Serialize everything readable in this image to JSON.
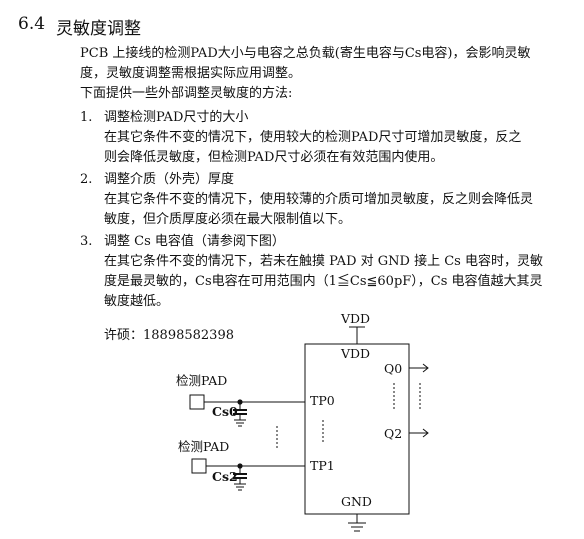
{
  "section": {
    "number": "6.4",
    "title": "灵敏度调整"
  },
  "intro": {
    "line1": "PCB 上接线的检测PAD大小与电容之总负载(寄生电容与Cs电容)，会影响灵敏",
    "line2": "度，灵敏度调整需根据实际应用调整。",
    "line3": "下面提供一些外部调整灵敏度的方法:"
  },
  "items": [
    {
      "num": "1.",
      "title": "调整检测PAD尺寸的大小",
      "lines": [
        "在其它条件不变的情况下，使用较大的检测PAD尺寸可增加灵敏度，反之",
        "则会降低灵敏度，但检测PAD尺寸必须在有效范围内使用。"
      ]
    },
    {
      "num": "2.",
      "title": "调整介质（外壳）厚度",
      "lines": [
        "在其它条件不变的情况下，使用较薄的介质可增加灵敏度，反之则会降低灵",
        "敏度，但介质厚度必须在最大限制值以下。"
      ]
    },
    {
      "num": "3.",
      "title": "调整 Cs 电容值（请参阅下图）",
      "lines": [
        "在其它条件不变的情况下，若未在触摸 PAD 对 GND 接上 Cs 电容时，灵敏",
        "度是最灵敏的，Cs电容在可用范围内（1≦Cs≦60pF），Cs 电容值越大其灵",
        "敏度越低。"
      ]
    }
  ],
  "contact": "许硕：18898582398",
  "diagram": {
    "vdd_top": "VDD",
    "vdd_inner": "VDD",
    "gnd": "GND",
    "tp0": "TP0",
    "tp1": "TP1",
    "q0": "Q0",
    "q2": "Q2",
    "pad_label_1": "检测PAD",
    "pad_label_2": "检测PAD",
    "cs0": "Cs0",
    "cs2": "Cs2"
  }
}
